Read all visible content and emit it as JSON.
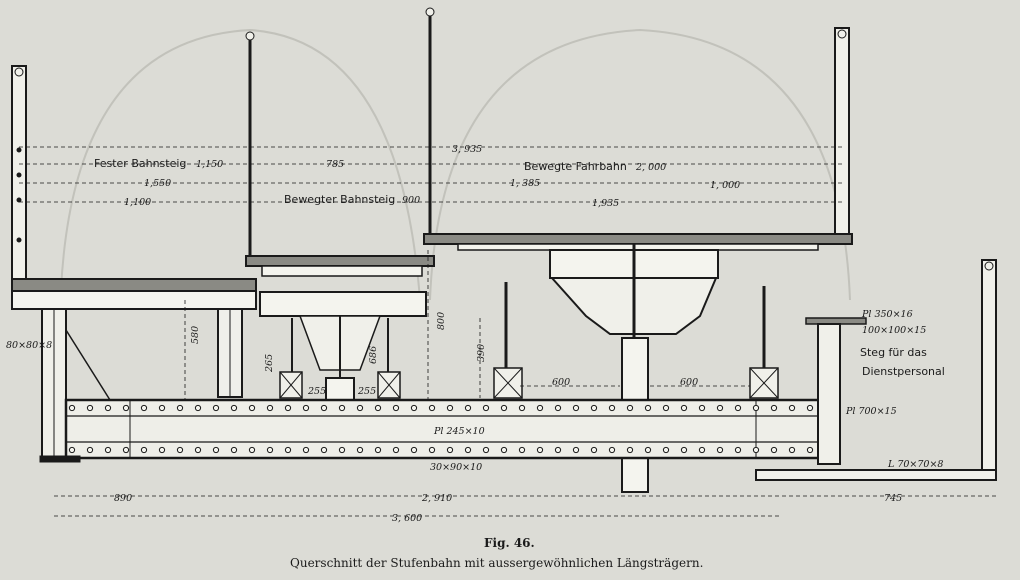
{
  "figure": {
    "number": "Fig. 46.",
    "caption": "Querschnitt der Stufenbahn mit aussergewöhnlichen Längsträgern."
  },
  "labels": {
    "fester_bahnsteig": "Fester Bahnsteig",
    "bewegter_bahnsteig": "Bewegter Bahnsteig",
    "bewegte_fahrbahn": "Bewegte Fahrbahn",
    "steg_line1": "Steg für das",
    "steg_line2": "Dienstpersonal"
  },
  "dimensions": {
    "d3935": "3, 935",
    "d1150": "1,150",
    "d785": "785",
    "d2000": "2, 000",
    "d1550": "1,550",
    "d1385": "1, 385",
    "d1000": "1, 000",
    "d1100": "1,100",
    "d900": "900",
    "d1935": "1,935",
    "d580": "580",
    "d800": "800",
    "d390": "390",
    "d265": "265",
    "d686": "686",
    "d255a": "255",
    "d255b": "255",
    "d600a": "600",
    "d600b": "600",
    "d890": "890",
    "d2910": "2, 910",
    "d3600": "3, 600",
    "d745": "745"
  },
  "profiles": {
    "p350": "Pl 350×16",
    "p100": "100×100×15",
    "p700": "Pl 700×15",
    "p245": "Pl 245×10",
    "l3090": "30×90×10",
    "l7070": "L 70×70×8",
    "l8080": "80×80×8"
  }
}
